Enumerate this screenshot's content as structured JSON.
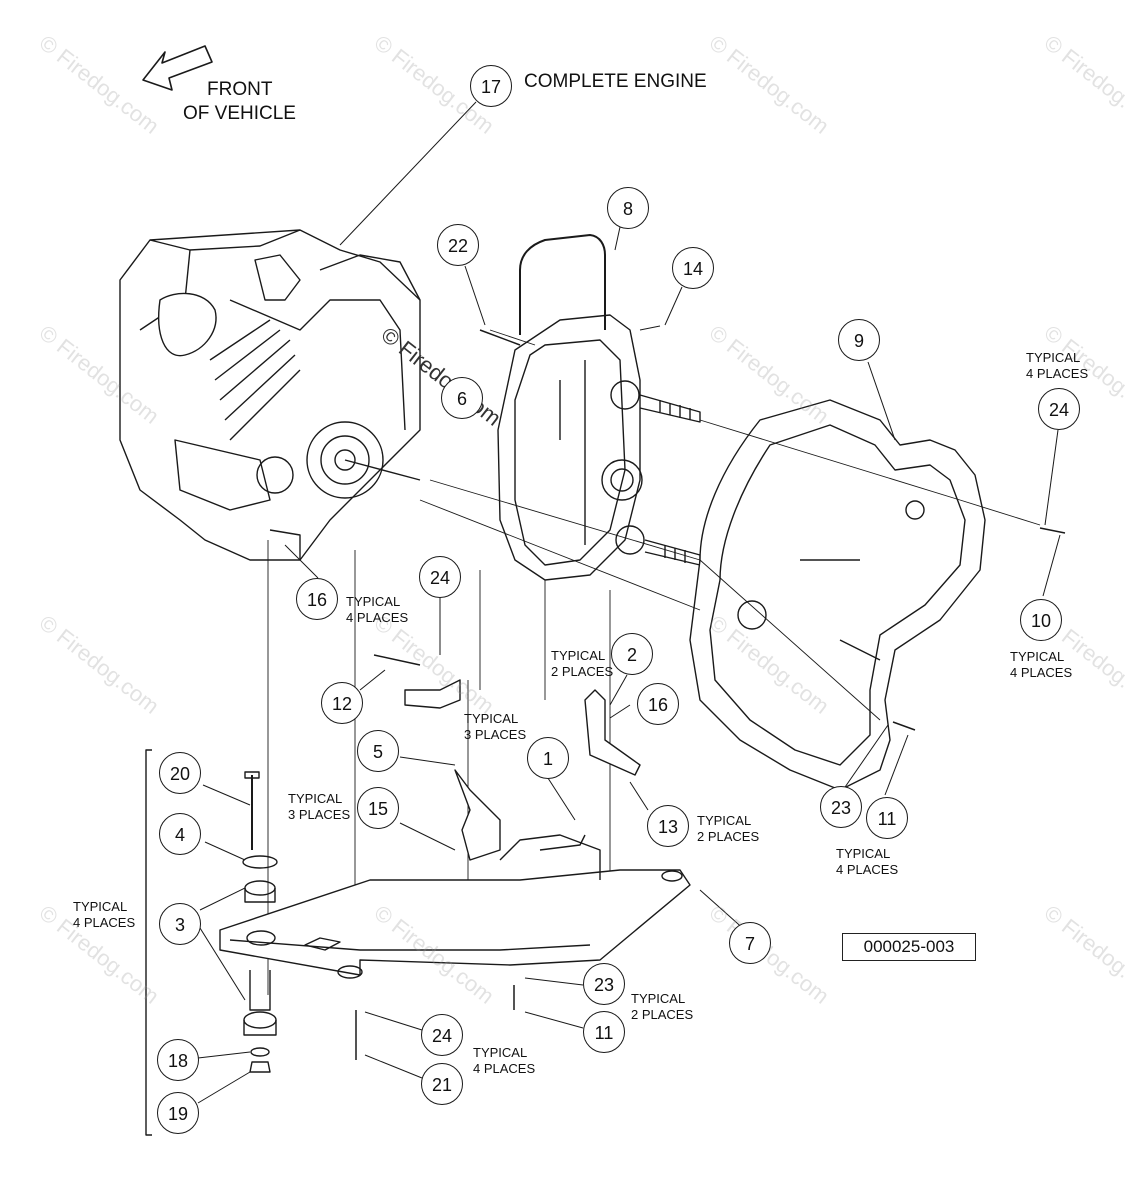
{
  "watermark": {
    "text": "© Firedog.com",
    "center_text": "© Firedog.com"
  },
  "labels": {
    "front_line1": "FRONT",
    "front_line2": "OF VEHICLE",
    "complete_engine": "COMPLETE ENGINE",
    "reference_number": "000025-003",
    "typ_4_a": "TYPICAL\n4 PLACES",
    "typ_4_b": "TYPICAL\n4 PLACES",
    "typ_4_c": "TYPICAL\n4 PLACES",
    "typ_4_d": "TYPICAL\n4 PLACES",
    "typ_4_e": "TYPICAL\n4 PLACES",
    "typ_4_f": "TYPICAL\n4 PLACES",
    "typ_2_a": "TYPICAL\n2 PLACES",
    "typ_2_b": "TYPICAL\n2 PLACES",
    "typ_2_c": "TYPICAL\n2 PLACES",
    "typ_3_a": "TYPICAL\n3 PLACES",
    "typ_3_b": "TYPICAL\n3 PLACES"
  },
  "callouts": [
    "17",
    "8",
    "22",
    "14",
    "6",
    "9",
    "24",
    "10",
    "16",
    "24",
    "12",
    "2",
    "16",
    "5",
    "1",
    "15",
    "13",
    "20",
    "4",
    "3",
    "18",
    "19",
    "24",
    "21",
    "23",
    "11",
    "7",
    "23",
    "11"
  ],
  "colors": {
    "line": "#1a1a1a",
    "background": "#ffffff",
    "watermark": "#999999"
  }
}
